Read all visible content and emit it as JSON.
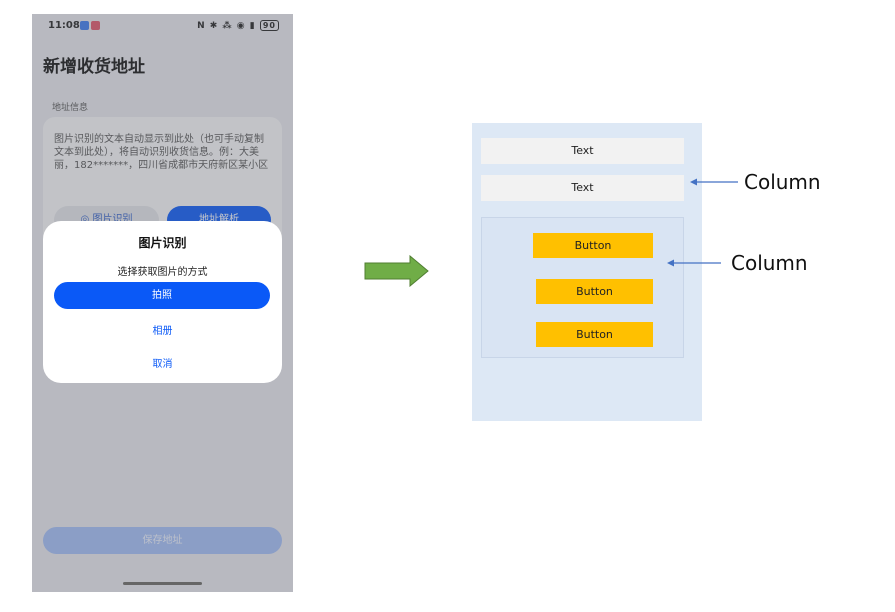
{
  "phone": {
    "status_bar": {
      "time": "11:08",
      "icons": "N ✱ ⁂ ◉ ▮",
      "battery": "90"
    },
    "page_title": "新增收货地址",
    "section_label": "地址信息",
    "address_hint": "图片识别的文本自动显示到此处（也可手动复制文本到此处），将自动识别收货信息。例：大美丽，182*******，四川省成都市天府新区某小区",
    "recognize_button": "图片识别",
    "parse_button": "地址解析",
    "save_button": "保存地址",
    "dialog": {
      "title": "图片识别",
      "subtitle": "选择获取图片的方式",
      "primary": "拍照",
      "album": "相册",
      "cancel": "取消"
    }
  },
  "diagram": {
    "texts": [
      "Text",
      "Text"
    ],
    "buttons": [
      "Button",
      "Button",
      "Button"
    ],
    "labels": [
      "Column",
      "Column"
    ]
  },
  "colors": {
    "primary_blue": "#0a59f7",
    "column_bg": "#dde8f5",
    "button_yellow": "#ffc000",
    "arrow_green": "#70ad47",
    "pointer_blue": "#4472c4"
  }
}
